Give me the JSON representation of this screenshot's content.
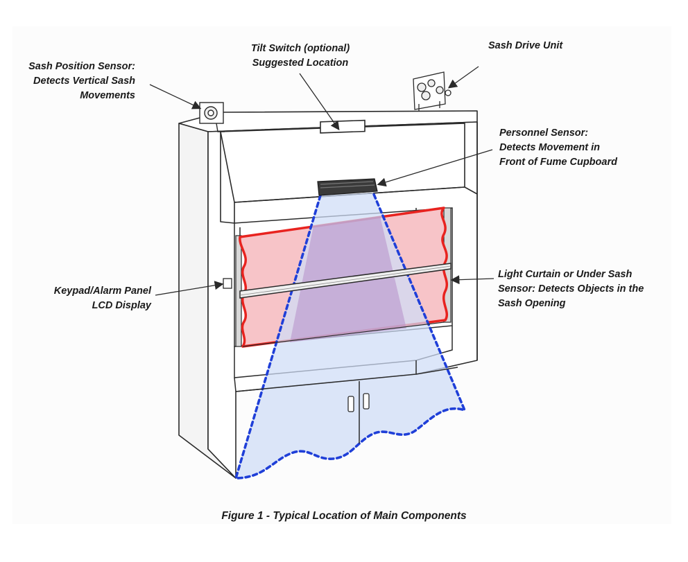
{
  "labels": {
    "sash_position_sensor": "Sash Position Sensor:\nDetects Vertical Sash\nMovements",
    "tilt_switch": "Tilt Switch (optional)\nSuggested Location",
    "sash_drive_unit": "Sash Drive Unit",
    "personnel_sensor": "Personnel Sensor:\nDetects Movement in\nFront of Fume Cupboard",
    "keypad_alarm_panel": "Keypad/Alarm Panel\nLCD Display",
    "light_curtain": "Light Curtain or Under Sash\nSensor: Detects Objects in the\nSash Opening"
  },
  "caption": "Figure 1 - Typical Location of Main Components",
  "colors": {
    "outline": "#2a2a2a",
    "sash_zone_fill": "#f7c4c8",
    "sash_zone_stroke": "#e8231f",
    "detection_fill": "#cfdcf7",
    "detection_stroke": "#1f3fd8",
    "overlap_fill": "#cba9d4"
  }
}
